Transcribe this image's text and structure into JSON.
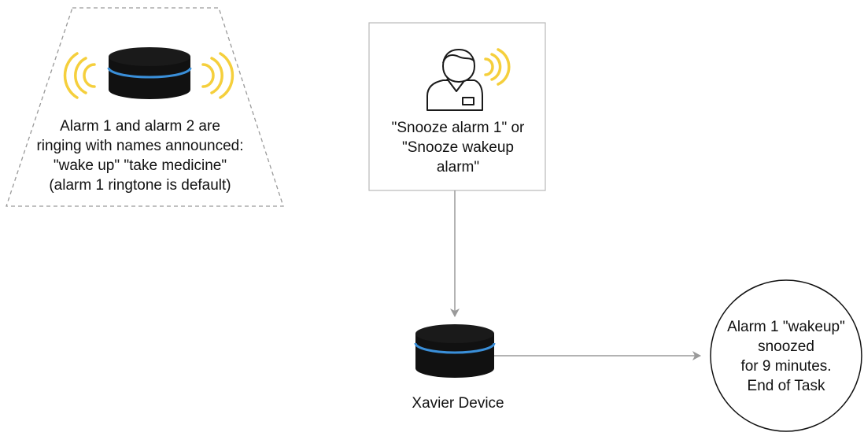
{
  "nodes": {
    "ringing_alarms": {
      "lines": [
        "Alarm 1 and alarm 2 are",
        "ringing with names announced:",
        "\"wake up\" \"take medicine\"",
        "(alarm 1 ringtone is default)"
      ],
      "icon": "smart-speaker-icon",
      "sound_icon": "sound-waves-icon"
    },
    "user_command": {
      "lines": [
        "\"Snooze alarm 1\" or",
        "\"Snooze wakeup",
        "alarm\""
      ],
      "icon": "user-icon",
      "sound_icon": "sound-waves-icon"
    },
    "device": {
      "label": "Xavier Device",
      "icon": "smart-speaker-icon"
    },
    "result": {
      "lines": [
        "Alarm 1 \"wakeup\"",
        "snoozed",
        "for 9 minutes.",
        "End of Task"
      ]
    }
  },
  "colors": {
    "speaker_body": "#111111",
    "speaker_ring": "#3a8fd9",
    "sound_waves": "#f5cf3c",
    "connector": "#9a9a9a",
    "trapezoid_border": "#9a9a9a",
    "box_border": "#b9b9b9"
  }
}
